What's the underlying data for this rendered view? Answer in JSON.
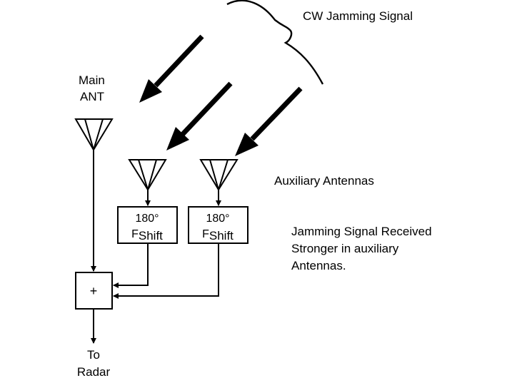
{
  "labels": {
    "jamming_signal": "CW Jamming Signal",
    "main_ant_line1": "Main",
    "main_ant_line2": "ANT",
    "auxiliary_antennas": "Auxiliary Antennas",
    "note_line1": "Jamming Signal Received",
    "note_line2": "Stronger in auxiliary",
    "note_line3": "Antennas.",
    "output_line1": "To",
    "output_line2": "Radar",
    "summer_symbol": "+"
  },
  "shifters": [
    {
      "phase": "180°",
      "f": "F",
      "sub": "Shift"
    },
    {
      "phase": "180°",
      "f": "F",
      "sub": "Shift"
    }
  ]
}
